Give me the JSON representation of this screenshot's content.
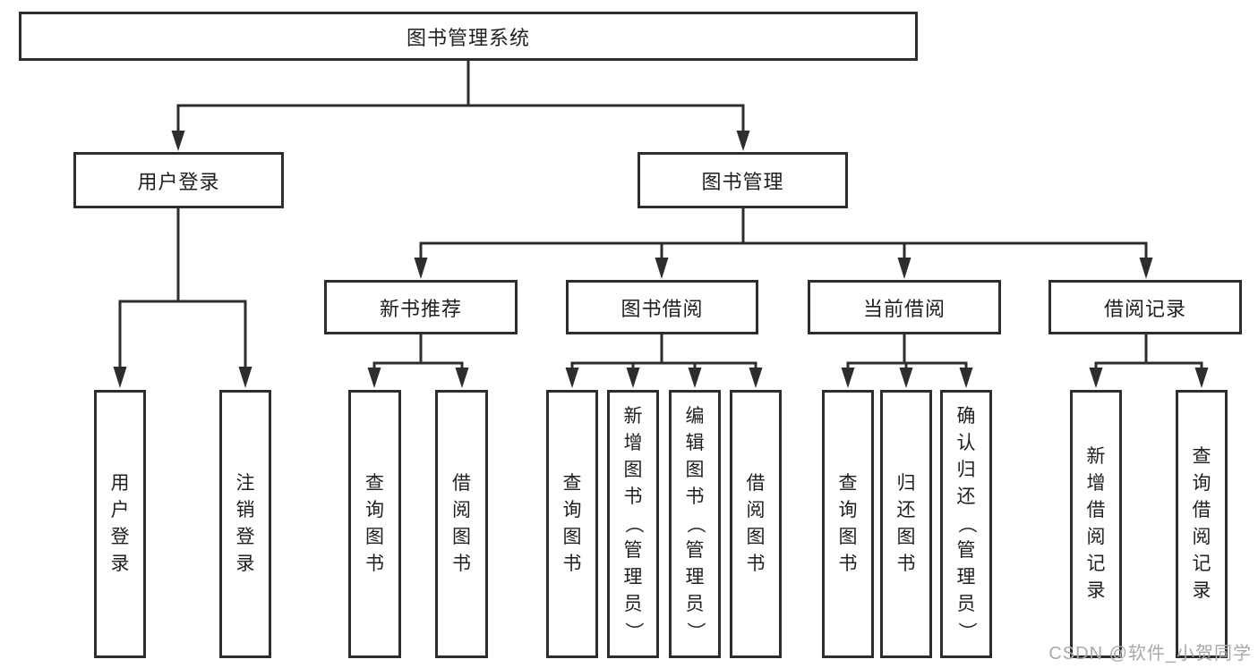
{
  "diagram_title": "图书管理系统",
  "tree": {
    "label": "图书管理系统",
    "children": [
      {
        "label": "用户登录",
        "children": [
          {
            "label": "用户登录"
          },
          {
            "label": "注销登录"
          }
        ]
      },
      {
        "label": "图书管理",
        "children": [
          {
            "label": "新书推荐",
            "children": [
              {
                "label": "查询图书"
              },
              {
                "label": "借阅图书"
              }
            ]
          },
          {
            "label": "图书借阅",
            "children": [
              {
                "label": "查询图书"
              },
              {
                "label": "新增图书（管理员）"
              },
              {
                "label": "编辑图书（管理员）"
              },
              {
                "label": "借阅图书"
              }
            ]
          },
          {
            "label": "当前借阅",
            "children": [
              {
                "label": "查询图书"
              },
              {
                "label": "归还图书"
              },
              {
                "label": "确认归还（管理员）"
              }
            ]
          },
          {
            "label": "借阅记录",
            "children": [
              {
                "label": "新增借阅记录"
              },
              {
                "label": "查询借阅记录"
              }
            ]
          }
        ]
      }
    ]
  },
  "watermark": "CSDN @软件_小贺同学",
  "colors": {
    "line": "#2d2d2d",
    "text": "#1f1f1f",
    "box_fill": "#ffffff",
    "background": "#ffffff",
    "watermark": "#a9a9a9"
  }
}
